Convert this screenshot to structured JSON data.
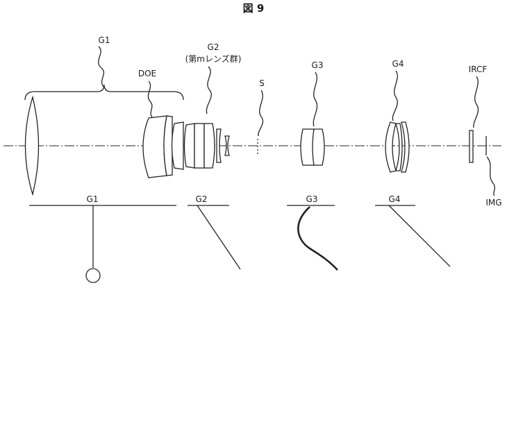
{
  "title": "図 9",
  "labels": {
    "g1": "G1",
    "doe": "DOE",
    "g2": "G2",
    "g2_sub": "(第mレンズ群)",
    "s": "S",
    "g3": "G3",
    "g4": "G4",
    "ircf": "IRCF",
    "img": "IMG"
  },
  "tracks": {
    "g1": "G1",
    "g2": "G2",
    "g3": "G3",
    "g4": "G4"
  }
}
